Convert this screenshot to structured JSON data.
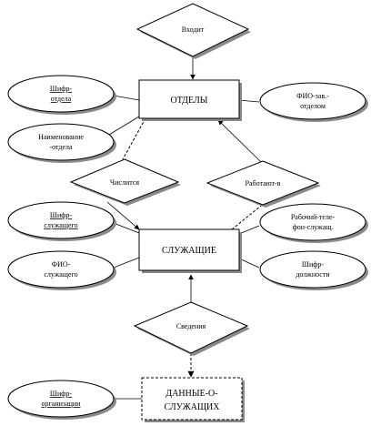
{
  "relationships": {
    "vkhodit": "Входит",
    "chislitsya": "Числится",
    "rabotayut": "Работают-в",
    "svedeniya": "Сведения"
  },
  "entities": {
    "otdely": "ОТДЕЛЫ",
    "sluzhashchie": "СЛУЖАЩИЕ",
    "dannye_line1": "ДАННЫЕ-О-",
    "dannye_line2": "СЛУЖАЩИХ"
  },
  "attributes": {
    "shifr_otdela_1": "Шифр-",
    "shifr_otdela_2": "отдела",
    "naim_otdela_1": "Наименование",
    "naim_otdela_2": "-отдела",
    "fio_zav_1": "ФИО-зав.-",
    "fio_zav_2": "отделом",
    "shifr_sluzh_1": "Шифр-",
    "shifr_sluzh_2": "служащего",
    "fio_sluzh_1": "ФИО-",
    "fio_sluzh_2": "служащего",
    "rab_tel_1": "Рабочий-теле-",
    "rab_tel_2": "фон-служащ.",
    "shifr_dolzh_1": "Шифр-",
    "shifr_dolzh_2": "должности",
    "shifr_org_1": "Шифр-",
    "shifr_org_2": "организации"
  }
}
